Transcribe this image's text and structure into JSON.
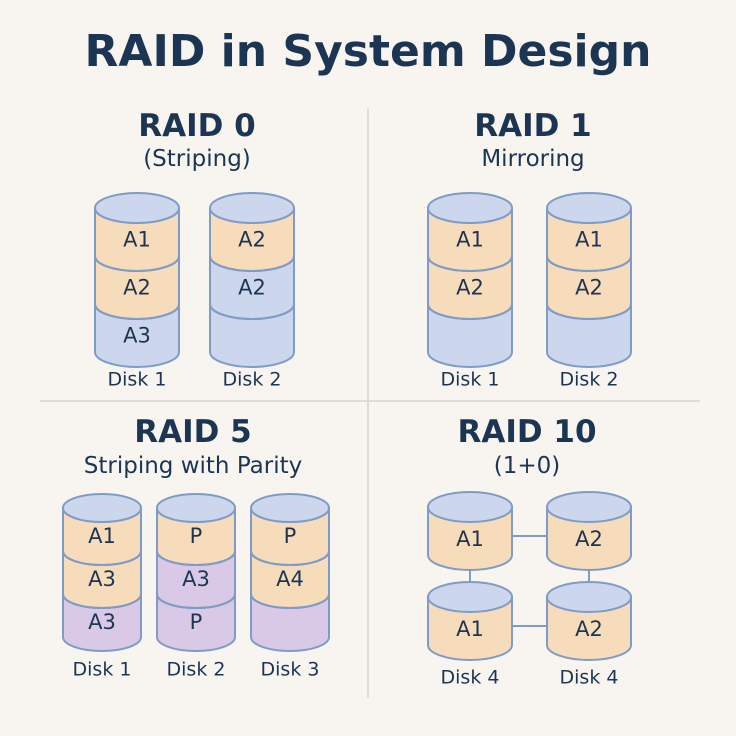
{
  "title": "RAID in System Design",
  "colors": {
    "data_block": "#f7dcbb",
    "empty_blue": "#ccd6ec",
    "parity_purple": "#d9c9e6",
    "outline": "#7f9cc6",
    "text": "#1c3553"
  },
  "sections": [
    {
      "id": "raid0",
      "title": "RAID 0",
      "subtitle": "(Striping)",
      "disks": [
        {
          "label": "Disk 1",
          "blocks": [
            {
              "text": "A1",
              "fill": "data"
            },
            {
              "text": "A2",
              "fill": "data"
            },
            {
              "text": "A3",
              "fill": "blue"
            }
          ]
        },
        {
          "label": "Disk 2",
          "blocks": [
            {
              "text": "A2",
              "fill": "data"
            },
            {
              "text": "A2",
              "fill": "blue"
            },
            {
              "text": "",
              "fill": "blue"
            }
          ]
        }
      ]
    },
    {
      "id": "raid1",
      "title": "RAID 1",
      "subtitle": "Mirroring",
      "disks": [
        {
          "label": "Disk 1",
          "blocks": [
            {
              "text": "A1",
              "fill": "data"
            },
            {
              "text": "A2",
              "fill": "data"
            },
            {
              "text": "",
              "fill": "blue"
            }
          ]
        },
        {
          "label": "Disk 2",
          "blocks": [
            {
              "text": "A1",
              "fill": "data"
            },
            {
              "text": "A2",
              "fill": "data"
            },
            {
              "text": "",
              "fill": "blue"
            }
          ]
        }
      ]
    },
    {
      "id": "raid5",
      "title": "RAID 5",
      "subtitle": "Striping with Parity",
      "disks": [
        {
          "label": "Disk 1",
          "blocks": [
            {
              "text": "A1",
              "fill": "data"
            },
            {
              "text": "A3",
              "fill": "data"
            },
            {
              "text": "A3",
              "fill": "purple"
            }
          ]
        },
        {
          "label": "Disk 2",
          "blocks": [
            {
              "text": "P",
              "fill": "data"
            },
            {
              "text": "A3",
              "fill": "purple"
            },
            {
              "text": "P",
              "fill": "purple"
            }
          ]
        },
        {
          "label": "Disk 3",
          "blocks": [
            {
              "text": "P",
              "fill": "data"
            },
            {
              "text": "A4",
              "fill": "data"
            },
            {
              "text": "",
              "fill": "purple"
            }
          ]
        }
      ]
    },
    {
      "id": "raid10",
      "title": "RAID 10",
      "subtitle": "(1+0)",
      "disks": [
        {
          "label": "",
          "block": "A1"
        },
        {
          "label": "",
          "block": "A2"
        },
        {
          "label": "Disk 4",
          "block": "A1"
        },
        {
          "label": "Disk 4",
          "block": "A2"
        }
      ]
    }
  ]
}
